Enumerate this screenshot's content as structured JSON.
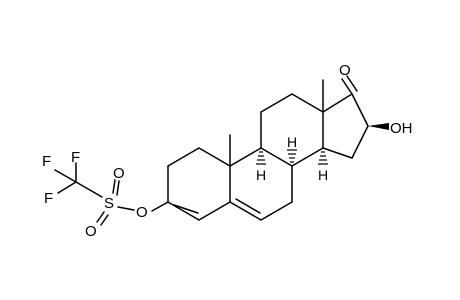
{
  "molecule": {
    "atoms": {
      "f_top": "F",
      "f_left_mid": "F",
      "f_left_low": "F",
      "s": "S",
      "o_sulfonyl_top": "O",
      "o_sulfonyl_bottom": "O",
      "o_ester": "O",
      "o_ketone": "O",
      "oh": "OH",
      "h_c8": "H",
      "h_c9": "H",
      "h_c14": "H"
    }
  }
}
